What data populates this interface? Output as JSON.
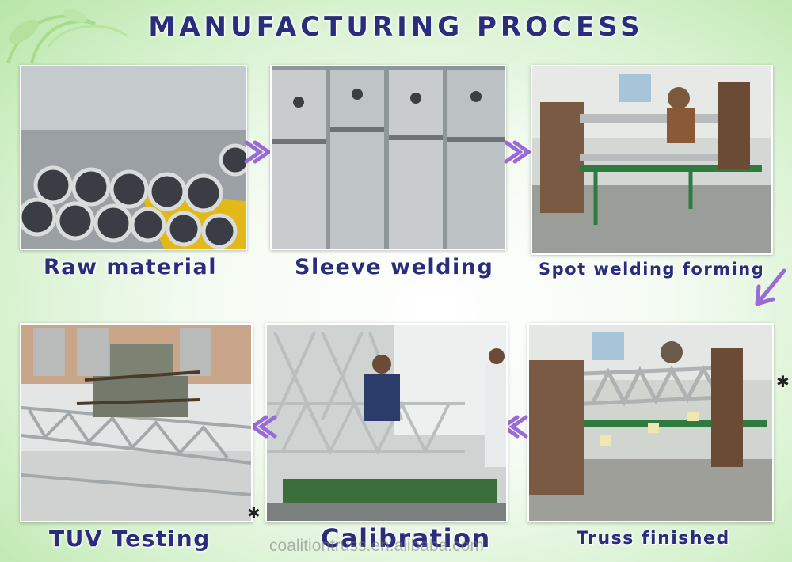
{
  "title": "MANUFACTURING PROCESS",
  "steps": [
    {
      "label": "Raw material"
    },
    {
      "label": "Sleeve welding"
    },
    {
      "label": "Spot welding forming"
    },
    {
      "label": "Truss finished"
    },
    {
      "label": "Calibration"
    },
    {
      "label": "TUV Testing"
    }
  ],
  "watermark": "coalitiontruss.en.alibaba.com",
  "colors": {
    "title": "#2a2d7c",
    "arrow": "#9a6ad8",
    "background": "#d8f2d0"
  },
  "icons": {
    "arrow": "arrow-icon",
    "ornament": "floral-ornament-icon",
    "star": "star-icon"
  }
}
